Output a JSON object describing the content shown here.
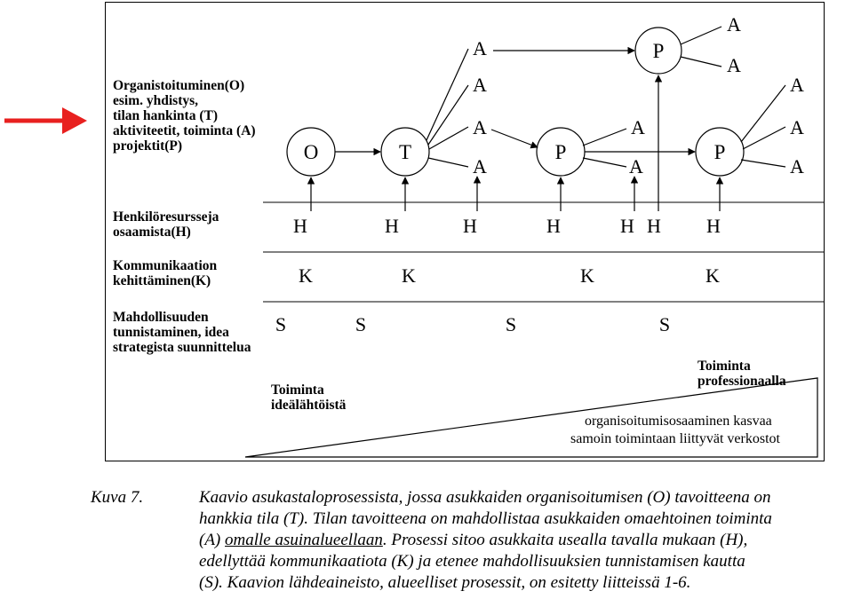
{
  "colors": {
    "pointer": "#e8201f",
    "ink": "#000000"
  },
  "left_labels": {
    "o_block": [
      "Organistoituminen(O)",
      "esim. yhdistys,",
      "tilan hankinta (T)",
      "aktiviteetit, toiminta (A)",
      "projektit(P)"
    ],
    "h_block": [
      "Henkilöresursseja",
      "osaamista(H)"
    ],
    "k_block": [
      "Kommunikaation",
      "kehittäminen(K)"
    ],
    "s_block": [
      "Mahdollisuuden",
      "tunnistaminen, idea",
      "strategista suunnittelua"
    ]
  },
  "nodes": {
    "o": "O",
    "t": "T",
    "p": "P",
    "a": "A",
    "h": "H",
    "k": "K",
    "s": "S"
  },
  "bottom": {
    "toiminta_ideal": [
      "Toiminta",
      "ideälähtöistä"
    ],
    "toiminta_prof": [
      "Toiminta",
      "professionaalla"
    ],
    "growth": [
      "organisoitumisosaaminen kasvaa",
      "samoin toimintaan liittyvät verkostot"
    ]
  },
  "caption": {
    "tag": "Kuva 7.",
    "line1": "Kaavio asukastaloprosessista, jossa asukkaiden organisoitumisen (O) tavoitteena on",
    "line2": "hankkia tila (T). Tilan tavoitteena on mahdollistaa asukkaiden omaehtoinen toiminta",
    "line3a": "(A) ",
    "line3u": "omalle asuinalueellaan",
    "line3b": ". Prosessi sitoo asukkaita usealla tavalla mukaan (H),",
    "line4": "edellyttää kommunikaatiota (K) ja etenee mahdollisuuksien tunnistamisen kautta",
    "line5": "(S). Kaavion lähdeaineisto, alueelliset prosessit, on esitetty liitteissä 1-6."
  }
}
